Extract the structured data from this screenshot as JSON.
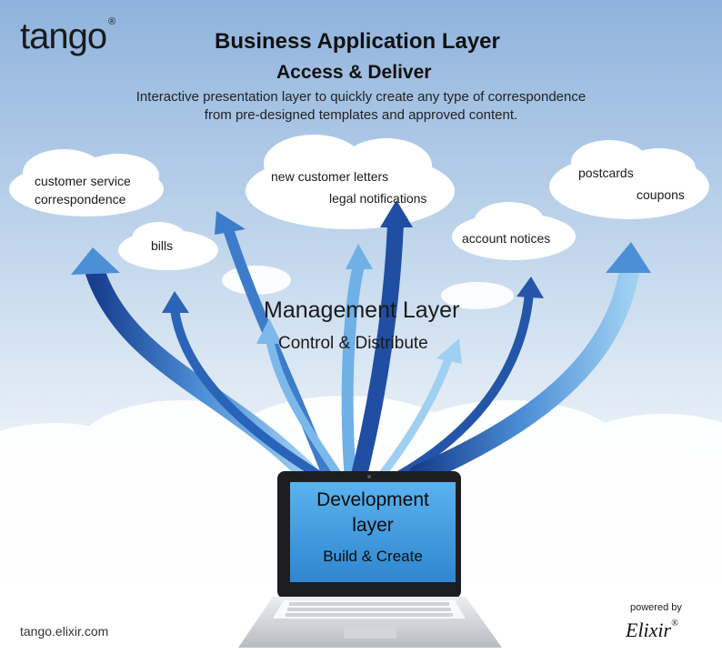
{
  "logo": {
    "text": "tango",
    "registered": "®"
  },
  "header": {
    "title": "Business Application Layer",
    "subtitle": "Access & Deliver",
    "description_line1": "Interactive presentation layer to quickly create any type of correspondence",
    "description_line2": "from pre-designed templates and approved content."
  },
  "clouds": {
    "customer_service_1": "customer service",
    "customer_service_2": "correspondence",
    "bills": "bills",
    "new_customer_letters": "new customer letters",
    "legal_notifications": "legal notifications",
    "account_notices": "account notices",
    "postcards": "postcards",
    "coupons": "coupons"
  },
  "management": {
    "title": "Management Layer",
    "subtitle": "Control & Distribute"
  },
  "development": {
    "line1": "Development",
    "line2": "layer",
    "subtitle": "Build & Create"
  },
  "footer": {
    "url": "tango.elixir.com",
    "powered_by": "powered by",
    "brand": "Elixir",
    "brand_mark": "®"
  },
  "colors": {
    "arrow_dark": "#1f4ea3",
    "arrow_light": "#8fc3ec",
    "screen": "#4aa4e6",
    "sky_top": "#8fb3dd"
  }
}
